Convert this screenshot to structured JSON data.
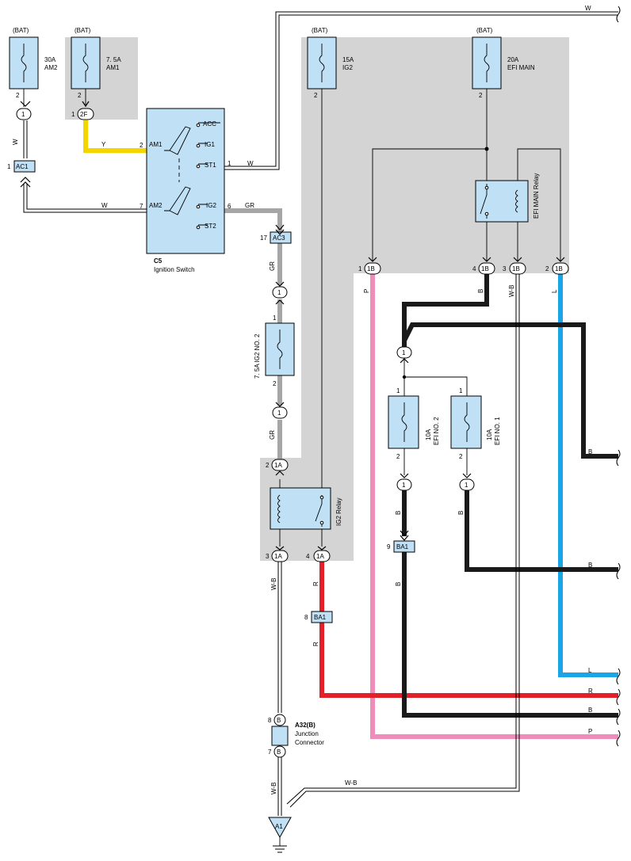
{
  "colors": {
    "yellow": "#f5d500",
    "gray": "#a6a6a6",
    "black": "#1a1a1a",
    "pink": "#ef8cba",
    "red": "#e32028",
    "blue": "#1aa5e6",
    "panel": "#d4d4d4",
    "component": "#bfe0f5"
  },
  "fuses": {
    "am2": {
      "bat": "(BAT)",
      "rating": "30A",
      "name": "AM2",
      "pin": "2"
    },
    "am1": {
      "bat": "(BAT)",
      "rating": "7. 5A",
      "name": "AM1",
      "pin": "2"
    },
    "ig2": {
      "bat": "(BAT)",
      "rating": "15A",
      "name": "IG2",
      "pin": "2"
    },
    "efi_main": {
      "bat": "(BAT)",
      "rating": "20A",
      "name": "EFI MAIN",
      "pin": "2"
    },
    "ig2_no2": {
      "label": "7. 5A IG2 NO. 2",
      "pin_top": "1",
      "pin_bottom": "2"
    },
    "efi_no2": {
      "rating": "10A",
      "name": "EFI NO. 2",
      "pin_top": "1",
      "pin_bottom": "2"
    },
    "efi_no1": {
      "rating": "10A",
      "name": "EFI NO. 1",
      "pin_top": "1",
      "pin_bottom": "2"
    }
  },
  "ignition_switch": {
    "code": "C5",
    "name": "Ignition Switch",
    "terminals": [
      "AM1",
      "AM2",
      "ACC",
      "IG1",
      "ST1",
      "IG2",
      "ST2"
    ],
    "pins": {
      "am1": "2",
      "am2": "7",
      "st1": "1",
      "ig2": "6"
    }
  },
  "relays": {
    "efi_main": "EFI MAIN Relay",
    "ig2": "IG2 Relay"
  },
  "connectors": {
    "c1a": "1",
    "c2f": "2F",
    "c2f_pin": "1",
    "ac1": "AC1",
    "ac1_pin": "1",
    "ac3": "AC3",
    "ac3_pin": "17",
    "j1": "1",
    "j2": "1",
    "j1a_top": "1A",
    "j1a_top_pin": "2",
    "j1a_l": "1A",
    "j1a_l_pin": "3",
    "j1a_r": "1A",
    "j1a_r_pin": "4",
    "b1_1": "1B",
    "b1_1_pin": "1",
    "b1_4": "1B",
    "b1_4_pin": "4",
    "b1_3": "1B",
    "b1_3_pin": "3",
    "b1_2": "1B",
    "b1_2_pin": "2",
    "ba1_top": "BA1",
    "ba1_top_pin": "9",
    "ba1": "BA1",
    "ba1_pin": "8",
    "efi_j1": "1",
    "efi_j2": "1",
    "efi_j3": "1",
    "a32b_top": "B",
    "a32b_top_pin": "8",
    "a32b_bot": "B",
    "a32b_bot_pin": "7",
    "a1": "A1"
  },
  "junction": {
    "code": "A32(B)",
    "line1": "Junction",
    "line2": "Connector"
  },
  "wires": {
    "w_top": "W",
    "w_am2": "W",
    "y": "Y",
    "w_st1": "W",
    "w_am2_h": "W",
    "gr1": "GR",
    "gr2": "GR",
    "gr3": "GR",
    "p": "P",
    "b_relay": "B",
    "wb_efi": "W-B",
    "l": "L",
    "b_right1": "B",
    "b_efi2": "B",
    "b_efi1": "B",
    "b_right2": "B",
    "wb_left": "W-B",
    "r1": "R",
    "r2": "R",
    "b_ba1": "B",
    "l_out": "L",
    "r_out": "R",
    "b_out": "B",
    "p_out": "P",
    "wb_bottom": "W-B",
    "wb_gnd": "W-B"
  }
}
